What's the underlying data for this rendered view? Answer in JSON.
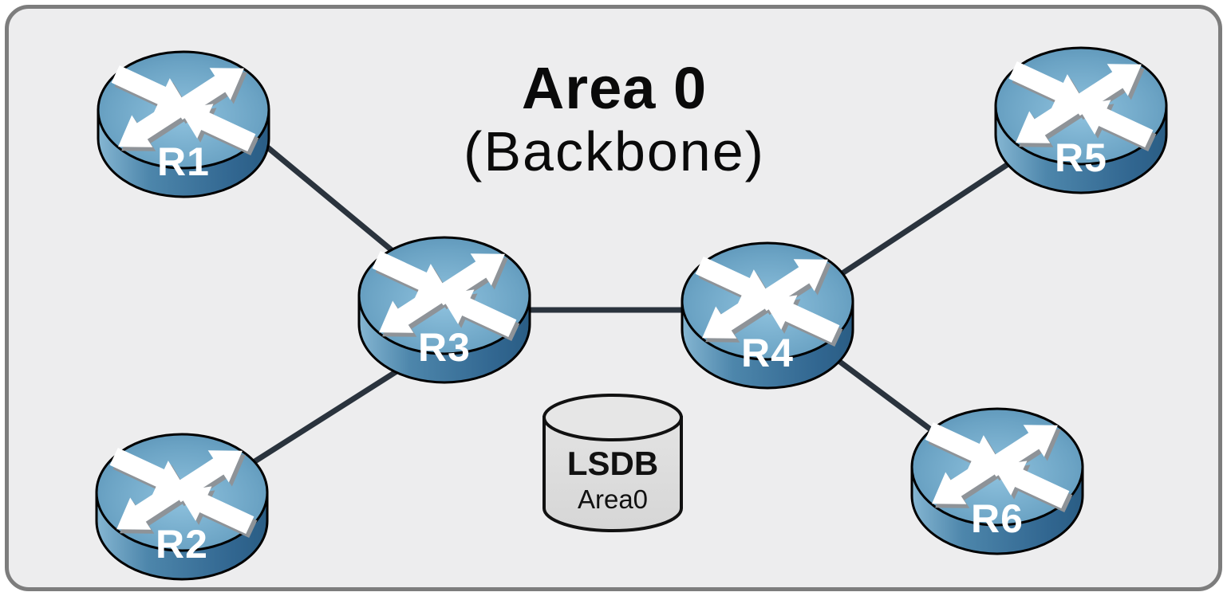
{
  "title": {
    "line1": "Area 0",
    "line2": "(Backbone)"
  },
  "routers": [
    {
      "id": "R1",
      "label": "R1"
    },
    {
      "id": "R2",
      "label": "R2"
    },
    {
      "id": "R3",
      "label": "R3"
    },
    {
      "id": "R4",
      "label": "R4"
    },
    {
      "id": "R5",
      "label": "R5"
    },
    {
      "id": "R6",
      "label": "R6"
    }
  ],
  "links": [
    {
      "from": "R1",
      "to": "R3"
    },
    {
      "from": "R2",
      "to": "R3"
    },
    {
      "from": "R3",
      "to": "R4"
    },
    {
      "from": "R4",
      "to": "R5"
    },
    {
      "from": "R4",
      "to": "R6"
    }
  ],
  "database": {
    "name": "LSDB",
    "area": "Area0"
  },
  "colors": {
    "page_background": "#ffffff",
    "card_background": "#ededee",
    "card_border": "#7d7d7d",
    "link_line": "#2a333d",
    "router_top_center": "#8fc2de",
    "router_top_edge": "#4f88ad",
    "router_side_light": "#85b6d2",
    "router_side_dark": "#2a5d84",
    "router_outline": "#000000",
    "arrow_fill": "#ffffff",
    "arrow_shadow": "#8e9398",
    "router_label_text": "#ffffff",
    "database_fill": "#dcdcdc",
    "database_outline": "#111111",
    "title_text": "#0a0a0a"
  }
}
